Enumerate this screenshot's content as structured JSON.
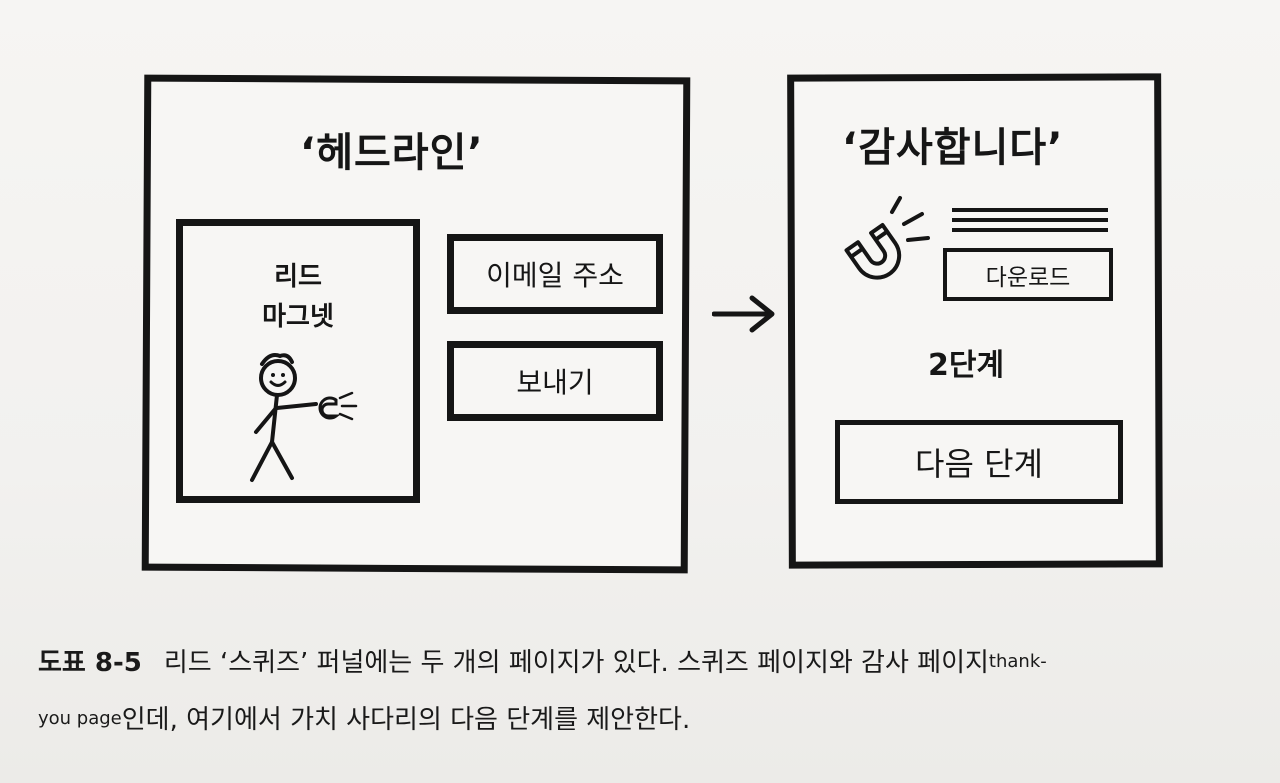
{
  "left_page": {
    "headline": "‘헤드라인’",
    "lead_magnet_line1": "리드",
    "lead_magnet_line2": "마그넷",
    "email_field": "이메일 주소",
    "send_button": "보내기"
  },
  "right_page": {
    "headline": "‘감사합니다’",
    "download_button": "다운로드",
    "step_label": "2단계",
    "next_step_button": "다음 단계"
  },
  "caption": {
    "label": "도표 8-5",
    "text_part1": "리드 ‘스퀴즈’ 퍼널에는 두 개의 페이지가 있다. 스퀴즈 페이지와 감사 페이지",
    "eng_part1": "thank-",
    "eng_part2": "you page",
    "text_part2": "인데, 여기에서 가치 사다리의 다음 단계를 제안한다."
  },
  "icons": {
    "arrow": "right-arrow-icon",
    "magnet": "magnet-icon",
    "figure": "stick-figure-icon"
  }
}
